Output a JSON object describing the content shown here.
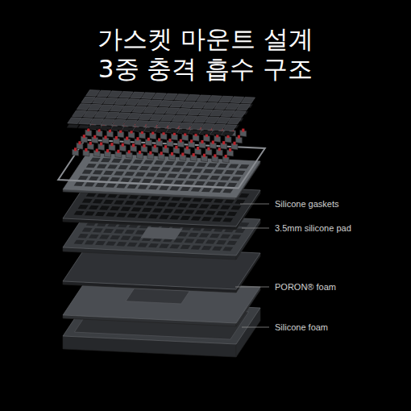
{
  "diagram": {
    "title": "가스켓 마운트 설계 3중 충격 흡수 구조",
    "labels": [
      "Silicone gaskets",
      "3.5mm silicone pad",
      "PORON® foam",
      "Silicone foam"
    ]
  }
}
